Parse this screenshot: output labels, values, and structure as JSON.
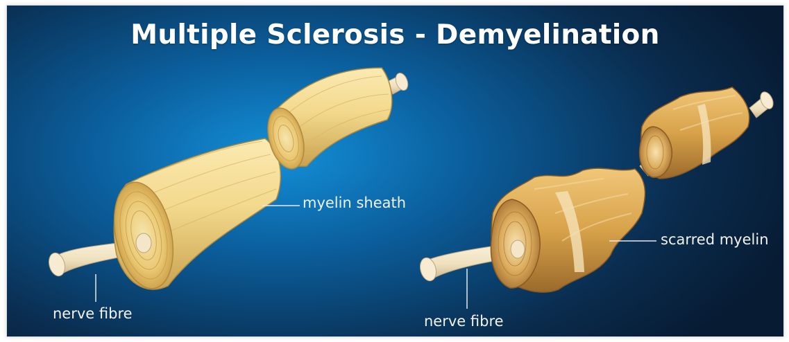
{
  "title": "Multiple Sclerosis - Demyelination",
  "labels": {
    "myelin_sheath": "myelin sheath",
    "nerve_fibre_left": "nerve fibre",
    "nerve_fibre_right": "nerve fibre",
    "scarred_myelin": "scarred myelin"
  },
  "colors": {
    "background_center": "#138fd8",
    "background_edge": "#071b33",
    "myelin_healthy": "#f3d98d",
    "myelin_scarred": "#d8a24a",
    "nerve_fibre": "#f1e3c4"
  }
}
